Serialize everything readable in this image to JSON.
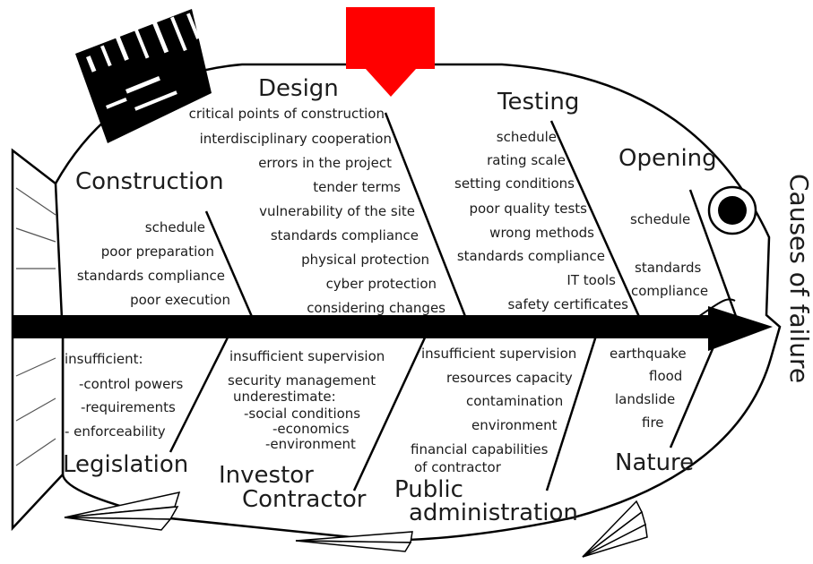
{
  "effect": "Causes of failure",
  "colors": {
    "marker": "#ff0000",
    "outline": "#000000"
  },
  "categories": {
    "design": {
      "title": "Design",
      "items": [
        "critical points of construction",
        "interdisciplinary cooperation",
        "errors in the project",
        "tender terms",
        "vulnerability of the site",
        "standards compliance",
        "physical protection",
        "cyber protection",
        "considering changes"
      ]
    },
    "testing": {
      "title": "Testing",
      "items": [
        "schedule",
        "rating scale",
        "setting conditions",
        "poor quality tests",
        "wrong methods",
        "standards compliance",
        "IT tools",
        "safety certificates"
      ]
    },
    "opening": {
      "title": "Opening",
      "items": [
        "schedule",
        "standards",
        "compliance"
      ]
    },
    "construction": {
      "title": "Construction",
      "items": [
        "schedule",
        "poor preparation",
        "standards compliance",
        "poor execution"
      ]
    },
    "legislation": {
      "title": "Legislation",
      "items": [
        "insufficient:",
        "-control powers",
        "-requirements",
        "- enforceability"
      ]
    },
    "investor": {
      "title_line1": "Investor",
      "title_line2": "Contractor",
      "items": [
        "insufficient supervision",
        "security management",
        "underestimate:",
        "-social conditions",
        "-economics",
        "-environment"
      ]
    },
    "public_admin": {
      "title_line1": "Public",
      "title_line2": "administration",
      "items": [
        "insufficient supervision",
        "resources capacity",
        "contamination",
        "environment",
        "financial capabilities",
        "of contractor"
      ]
    },
    "nature": {
      "title": "Nature",
      "items": [
        "earthquake",
        "flood",
        "landslide",
        "fire"
      ]
    }
  }
}
